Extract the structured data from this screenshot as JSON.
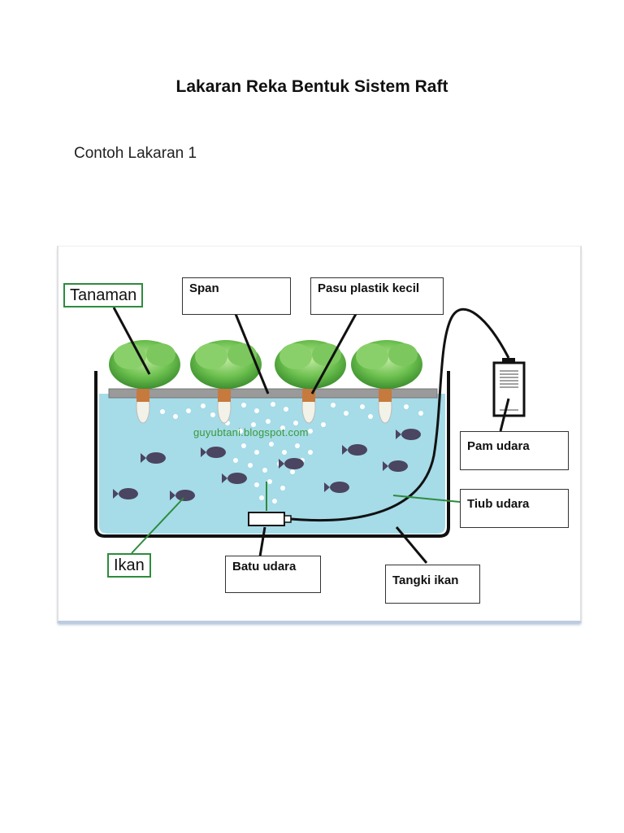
{
  "page": {
    "title": "Lakaran Reka Bentuk Sistem Raft",
    "subtitle": "Contoh Lakaran 1"
  },
  "diagram": {
    "watermark": "guyubtani.blogspot.com",
    "labels": {
      "plant": "Tanaman",
      "sponge": "Span",
      "small_pot": "Pasu plastik kecil",
      "air_pump": "Pam udara",
      "air_tube": "Tiub udara",
      "fish": "Ikan",
      "air_stone": "Batu udara",
      "fish_tank": "Tangki ikan"
    },
    "colors": {
      "water": "#a6dbe8",
      "raft": "#999999",
      "plant": "#5fb84a",
      "label_green_border": "#2e8b3e"
    }
  }
}
